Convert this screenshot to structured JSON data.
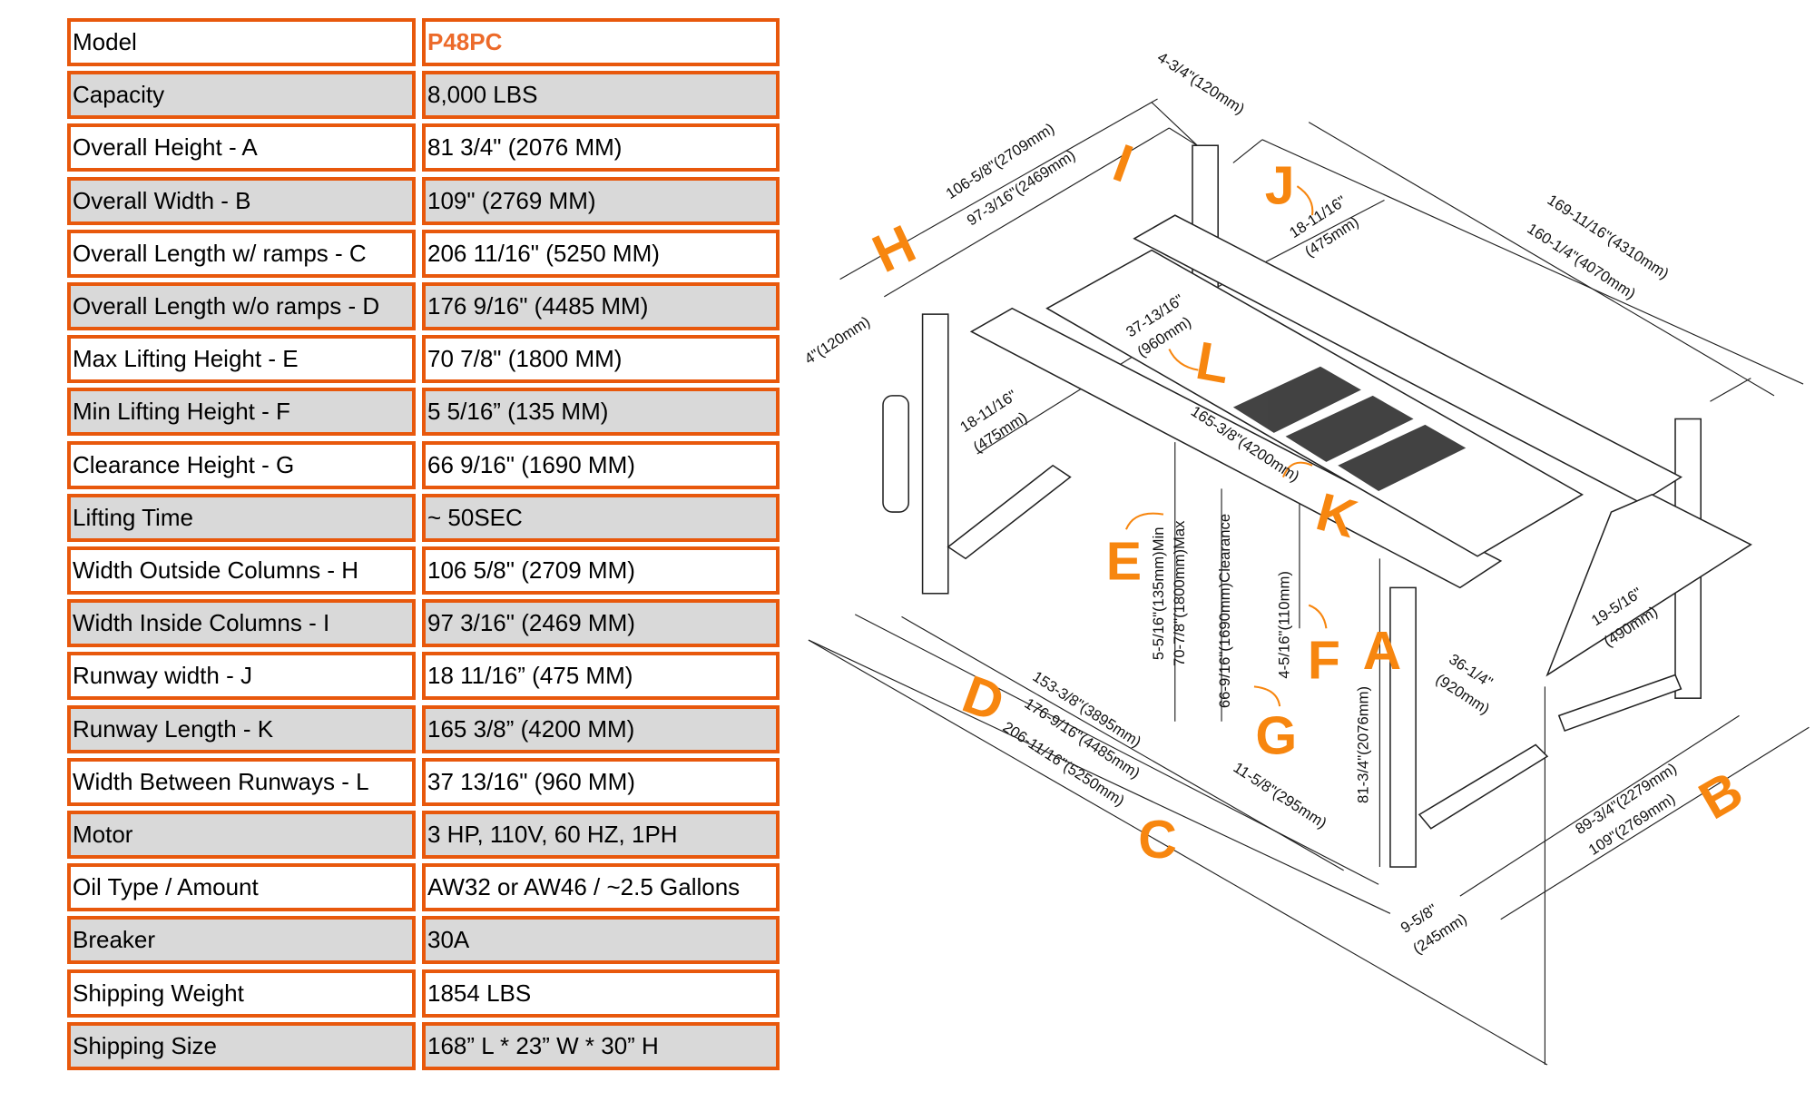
{
  "spec_table": {
    "accent_color": "#e8580c",
    "rows": [
      {
        "label": "Model",
        "value": "P48PC"
      },
      {
        "label": "Capacity",
        "value": "8,000 LBS"
      },
      {
        "label": "Overall Height - A",
        "value": "81 3/4\" (2076 MM)"
      },
      {
        "label": "Overall Width - B",
        "value": "109\" (2769 MM)"
      },
      {
        "label": "Overall Length w/ ramps - C",
        "value": "206 11/16\" (5250 MM)"
      },
      {
        "label": "Overall Length w/o ramps - D",
        "value": "176 9/16\" (4485 MM)"
      },
      {
        "label": "Max Lifting Height - E",
        "value": "70 7/8\" (1800 MM)"
      },
      {
        "label": "Min Lifting Height - F",
        "value": "5 5/16” (135 MM)"
      },
      {
        "label": "Clearance Height - G",
        "value": "66 9/16\" (1690 MM)"
      },
      {
        "label": "Lifting Time",
        "value": "~ 50SEC"
      },
      {
        "label": "Width Outside Columns - H",
        "value": "106 5/8\" (2709 MM)"
      },
      {
        "label": "Width Inside Columns - I",
        "value": "97 3/16\" (2469 MM)"
      },
      {
        "label": "Runway width - J",
        "value": "18 11/16” (475 MM)"
      },
      {
        "label": "Runway Length - K",
        "value": "165 3/8” (4200 MM)"
      },
      {
        "label": "Width Between Runways - L",
        "value": "37 13/16\" (960 MM)"
      },
      {
        "label": "Motor",
        "value": "3 HP, 110V, 60 HZ, 1PH"
      },
      {
        "label": "Oil Type / Amount",
        "value": "AW32 or AW46 / ~2.5 Gallons"
      },
      {
        "label": "Breaker",
        "value": "30A"
      },
      {
        "label": "Shipping Weight",
        "value": "1854 LBS"
      },
      {
        "label": "Shipping Size",
        "value": "168” L * 23” W * 30” H"
      }
    ]
  },
  "diagram": {
    "letter_color": "#f7860f",
    "letters": [
      "A",
      "B",
      "C",
      "D",
      "E",
      "F",
      "G",
      "H",
      "I",
      "J",
      "K",
      "L"
    ],
    "dimensions": [
      "4-3/4\"(120mm)",
      "106-5/8\"(2709mm)",
      "97-3/16\"(2469mm)",
      "18-11/16\"",
      "(475mm)",
      "169-11/16\"(4310mm)",
      "160-1/4\"(4070mm)",
      "4\"(120mm)",
      "37-13/16\"",
      "(960mm)",
      "18-11/16\"",
      "(475mm)",
      "165-3/8\"(4200mm)",
      "5-5/16\"(135mm)Min",
      "70-7/8\"(1800mm)Max",
      "66-9/16\"(1690mm)Clearance",
      "4-5/16\"(110mm)",
      "81-3/4\"(2076mm)",
      "153-3/8\"(3895mm)",
      "176-9/16\"(4485mm)",
      "206-11/16\"(5250mm)",
      "11-5/8\"(295mm)",
      "19-5/16\"",
      "(490mm)",
      "36-1/4\"",
      "(920mm)",
      "89-3/4\"(2279mm)",
      "109\"(2769mm)",
      "9-5/8\"",
      "(245mm)"
    ]
  }
}
